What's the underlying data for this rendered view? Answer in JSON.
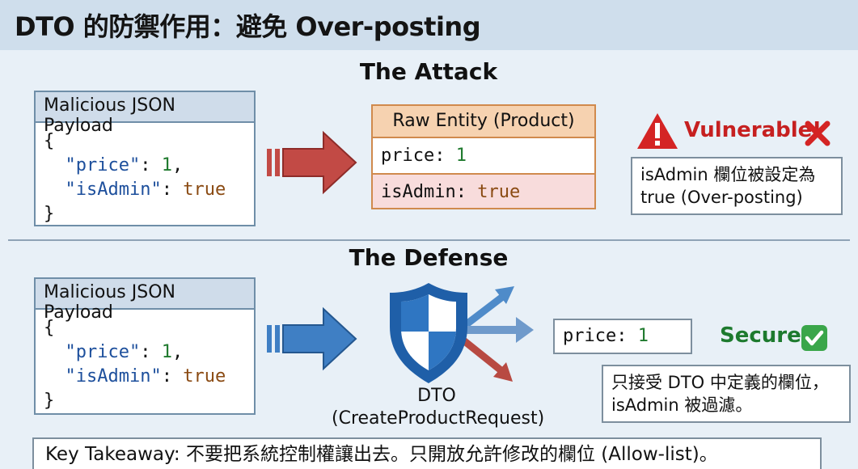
{
  "title": "DTO 的防禦作用：避免 Over-posting",
  "attack": {
    "heading": "The Attack",
    "payload": {
      "header": "Malicious JSON Payload",
      "open": "{",
      "line1_key": "\"price\"",
      "line1_sep": ": ",
      "line1_val": "1",
      "line1_end": ",",
      "line2_key": "\"isAdmin\"",
      "line2_sep": ": ",
      "line2_val": "true",
      "close": "}"
    },
    "entity": {
      "header": "Raw Entity (Product)",
      "row1_key": "price: ",
      "row1_val": "1",
      "row2_key": "isAdmin: ",
      "row2_val": "true"
    },
    "status": "Vulnerable!",
    "note_line1": "isAdmin 欄位被設定為",
    "note_line2": "true (Over-posting)",
    "colors": {
      "danger": "#c62020",
      "arrow": "#c24a45"
    }
  },
  "defense": {
    "heading": "The Defense",
    "payload": {
      "header": "Malicious JSON Payload",
      "open": "{",
      "line1_key": "\"price\"",
      "line1_sep": ": ",
      "line1_val": "1",
      "line1_end": ",",
      "line2_key": "\"isAdmin\"",
      "line2_sep": ": ",
      "line2_val": "true",
      "close": "}"
    },
    "dto_label_line1": "DTO",
    "dto_label_line2": "(CreateProductRequest)",
    "result_key": "price: ",
    "result_val": "1",
    "status": "Secure!",
    "note_line1": "只接受 DTO 中定義的欄位，",
    "note_line2": "isAdmin 被過濾。",
    "colors": {
      "secure": "#1d7a2e",
      "arrow": "#3f7fc4",
      "shield": "#1f5fa8"
    }
  },
  "takeaway": "Key Takeaway: 不要把系統控制權讓出去。只開放允許修改的欄位 (Allow-list)。",
  "icons": [
    "warning-icon",
    "cross-icon",
    "shield-icon",
    "checkmark-icon",
    "arrow-right-icon"
  ]
}
